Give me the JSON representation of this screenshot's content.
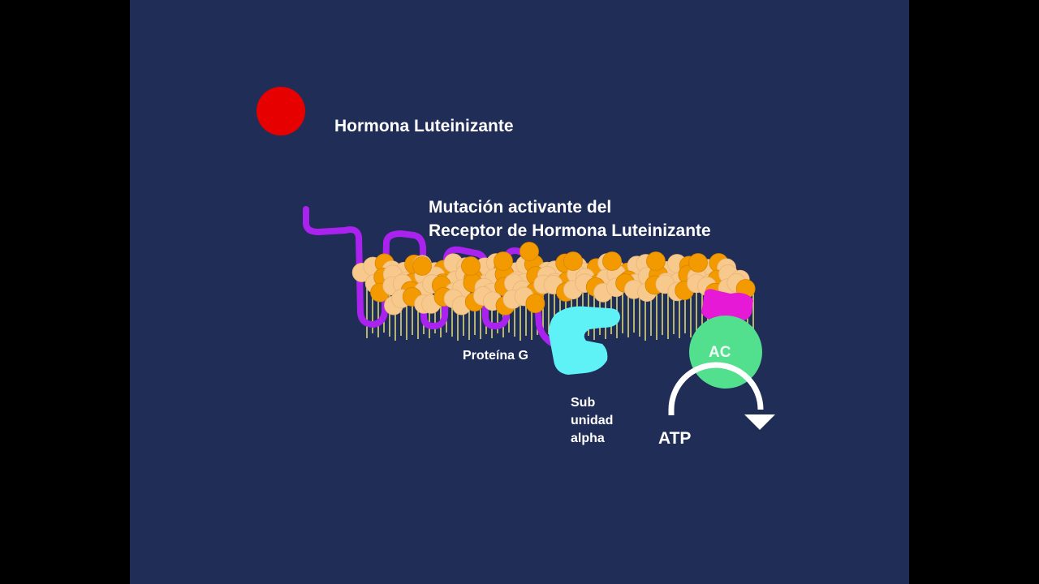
{
  "hormone": {
    "label": "Hormona Luteinizante",
    "color": "#e60000"
  },
  "title": {
    "line1": "Mutación activante del",
    "line2": "Receptor de Hormona Luteinizante"
  },
  "g_protein": {
    "label": "Proteína G",
    "color": "#5ef2f7"
  },
  "alpha_subunit": {
    "line1": "Sub",
    "line2": "unidad",
    "line3": "alpha"
  },
  "adenylyl_cyclase": {
    "label": "AC",
    "color": "#52e08f"
  },
  "atp": {
    "label": "ATP"
  },
  "colors": {
    "background": "#202d57",
    "receptor": "#aa22ee",
    "lipid_dark": "#f39a00",
    "lipid_light": "#f8c98c",
    "lipid_tail": "#e6e27a",
    "activator": "#e61ad6"
  }
}
